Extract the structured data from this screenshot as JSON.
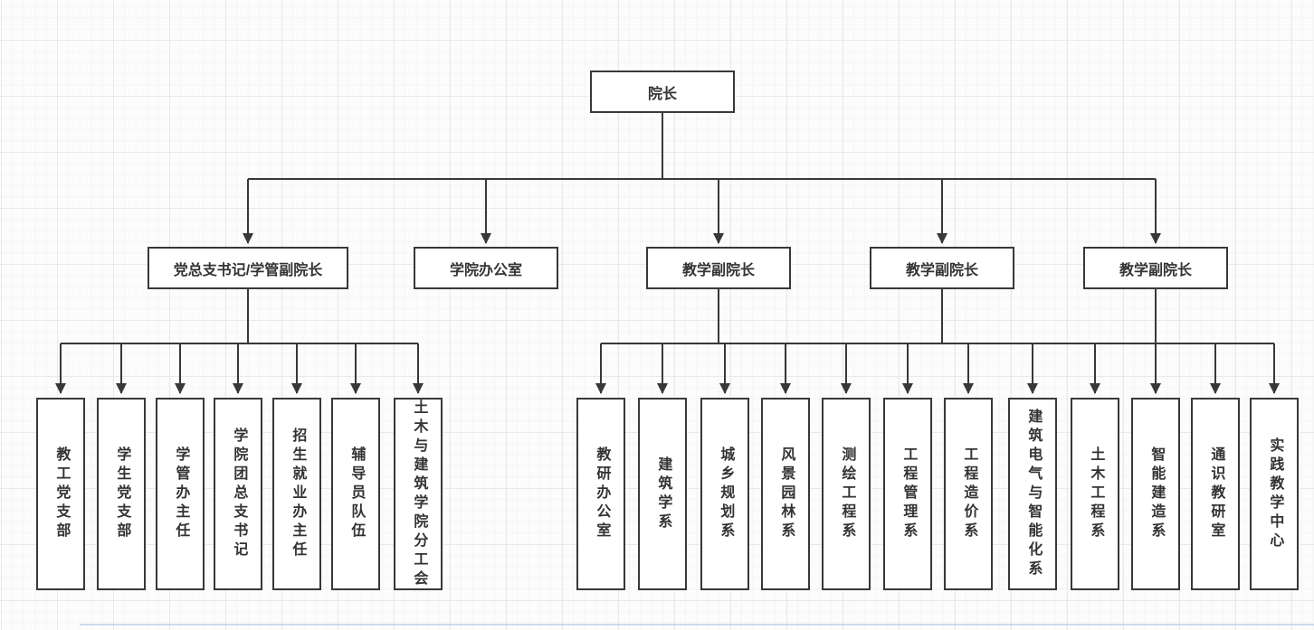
{
  "diagram": {
    "root": {
      "label": "院长"
    },
    "level2": [
      {
        "label": "党总支书记/学管副院长"
      },
      {
        "label": "学院办公室"
      },
      {
        "label": "教学副院长"
      },
      {
        "label": "教学副院长"
      },
      {
        "label": "教学副院长"
      }
    ],
    "admin_children": [
      "教工党支部",
      "学生党支部",
      "学管办主任",
      "学院团总支书记",
      "招生就业办主任",
      "辅导员队伍",
      "土木与建筑学院分工会"
    ],
    "academic_children": [
      "教研办公室",
      "建筑学系",
      "城乡规划系",
      "风景园林系",
      "测绘工程系",
      "工程管理系",
      "工程造价系",
      "建筑电气与智能化系",
      "土木工程系",
      "智能建造系",
      "通识教研室",
      "实践教学中心"
    ],
    "colors": {
      "node_border": "#383838",
      "node_fill": "#ffffff",
      "connector": "#383838",
      "text": "#333333",
      "grid_major": "#e9e9e9",
      "grid_minor": "#f5f5f5",
      "page_edge": "#c5d2ec"
    }
  }
}
